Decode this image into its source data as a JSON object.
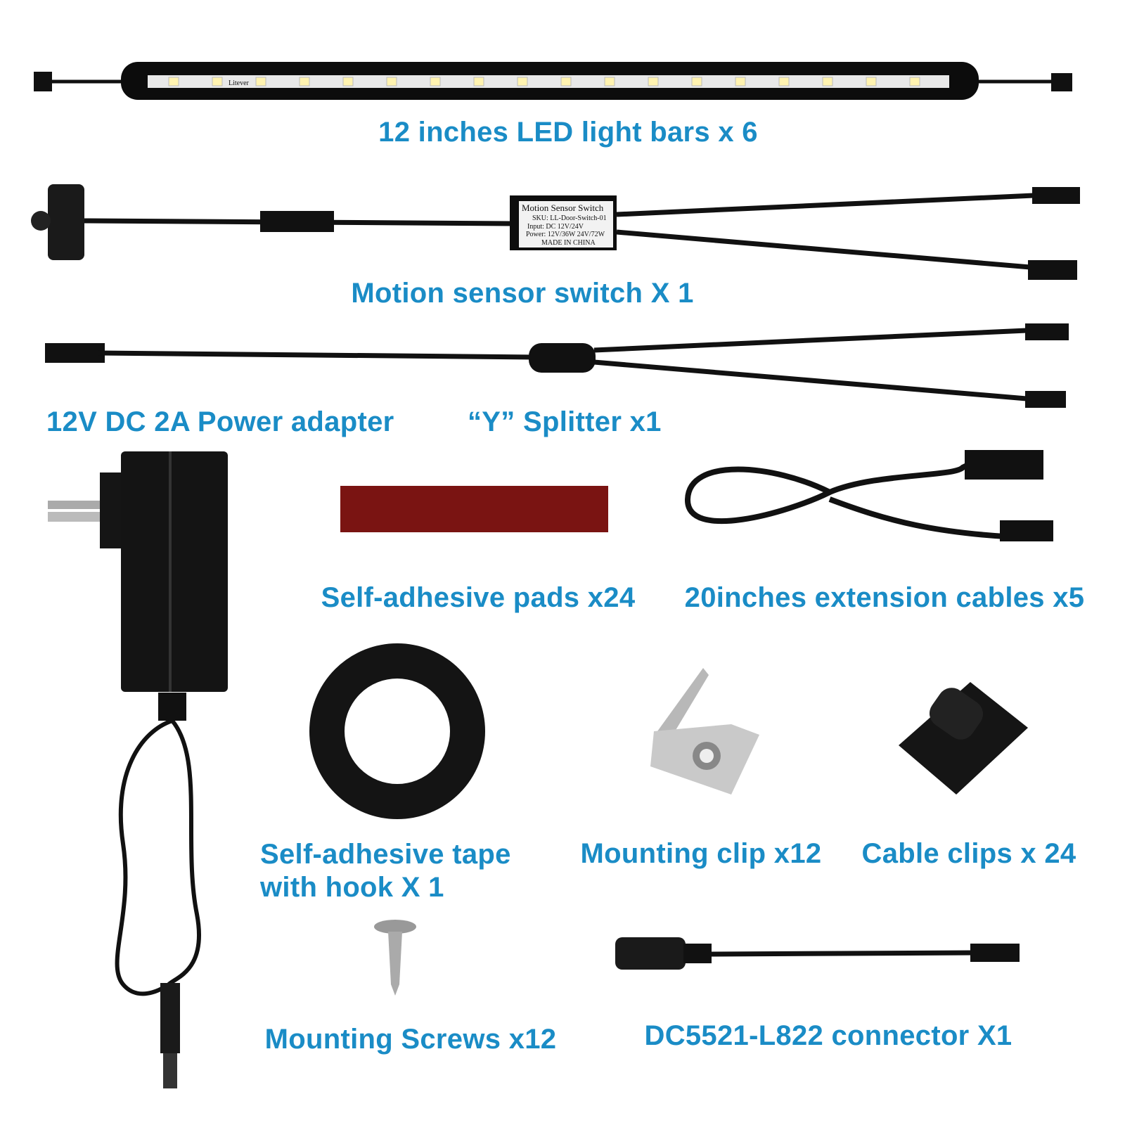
{
  "colors": {
    "accent": "#1a8cc6",
    "cable": "#111111",
    "pad": "#7a1412"
  },
  "labels": {
    "led_bars": "12 inches LED light bars x 6",
    "motion_sensor": "Motion sensor switch X 1",
    "power_adapter": "12V DC 2A Power adapter",
    "y_splitter": "“Y” Splitter x1",
    "adhesive_pads": "Self-adhesive pads x24",
    "extension_cables": "20inches extension cables x5",
    "tape_line1": "Self-adhesive tape",
    "tape_line2": "with hook X 1",
    "mounting_clip": "Mounting clip x12",
    "cable_clips": "Cable clips x 24",
    "screws": "Mounting Screws x12",
    "connector": "DC5521-L822 connector X1"
  },
  "sensor_box": {
    "title": "Motion Sensor Switch",
    "sku": "SKU: LL-Door-Switch-01",
    "input": "Input: DC 12V/24V",
    "power": "Power: 12V/36W  24V/72W",
    "origin": "MADE IN CHINA"
  },
  "led_bar_brand": "Litever"
}
